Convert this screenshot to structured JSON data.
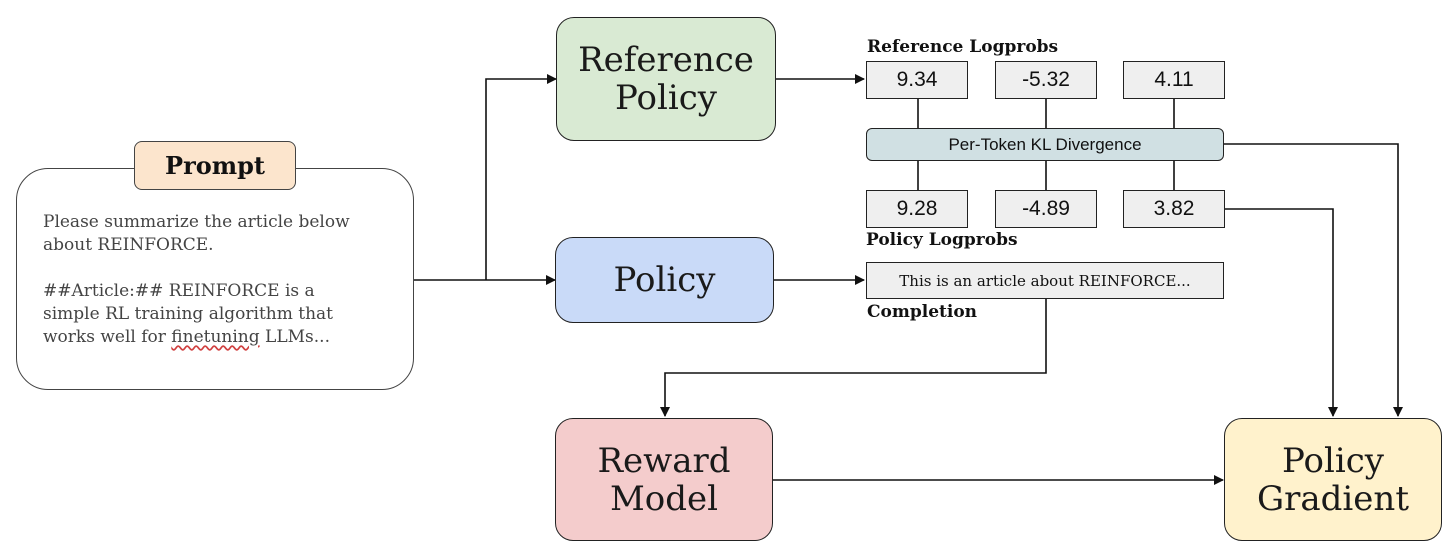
{
  "prompt": {
    "tag": "Prompt",
    "text_line1": "Please summarize the article below\nabout REINFORCE.\n\n##Article:## REINFORCE is a\nsimple RL training algorithm that\nworks well for ",
    "misspelled_word": "finetuning",
    "text_line2": " LLMs..."
  },
  "nodes": {
    "reference_policy": "Reference\nPolicy",
    "policy": "Policy",
    "reward_model": "Reward\nModel",
    "policy_gradient": "Policy\nGradient"
  },
  "reference_logprobs": {
    "label": "Reference Logprobs",
    "values": [
      "9.34",
      "-5.32",
      "4.11"
    ]
  },
  "policy_logprobs": {
    "label": "Policy Logprobs",
    "values": [
      "9.28",
      "-4.89",
      "3.82"
    ]
  },
  "kl": {
    "label": "Per-Token KL Divergence"
  },
  "completion": {
    "label": "Completion",
    "text": "This is an article about REINFORCE..."
  },
  "colors": {
    "reference_policy": "#d9ead3",
    "policy": "#c9daf8",
    "reward_model": "#f4cccc",
    "policy_gradient": "#fff2cc",
    "prompt_tag": "#fce5cd",
    "kl": "#d0e0e3",
    "value_box": "#efefef"
  }
}
